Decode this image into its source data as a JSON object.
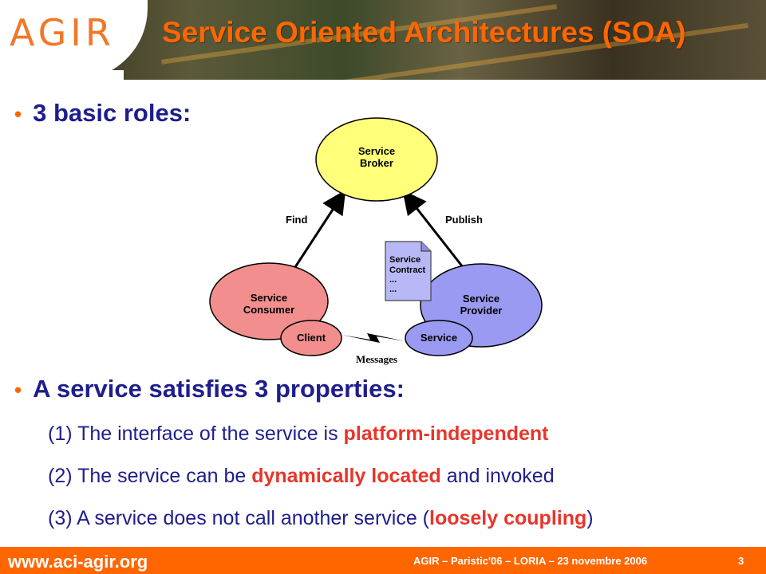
{
  "header": {
    "logo": "AGIR",
    "title": "Service Oriented Architectures (SOA)"
  },
  "roles": {
    "heading": "3 basic roles:",
    "broker": [
      "Service",
      "Broker"
    ],
    "consumer": [
      "Service",
      "Consumer"
    ],
    "provider": [
      "Service",
      "Provider"
    ],
    "client": "Client",
    "service": "Service",
    "find": "Find",
    "publish": "Publish",
    "messages": "Messages",
    "contract": [
      "Service",
      "Contract",
      "...",
      "..."
    ]
  },
  "properties": {
    "heading": "A service satisfies 3 properties:",
    "p1": {
      "prefix": "(1) ",
      "text": "The interface of the service is ",
      "hl": "platform-independent"
    },
    "p2": {
      "prefix": "(2) ",
      "text": "The service can be ",
      "hl": "dynamically located",
      "after": " and invoked"
    },
    "p3": {
      "prefix": "(3) ",
      "text": "A service does not call another service (",
      "hl": "loosely coupling",
      "after": ")"
    }
  },
  "footer": {
    "url": "www.aci-agir.org",
    "info": "AGIR – Paristic'06 – LORIA – 23 novembre 2006",
    "page": "3"
  }
}
